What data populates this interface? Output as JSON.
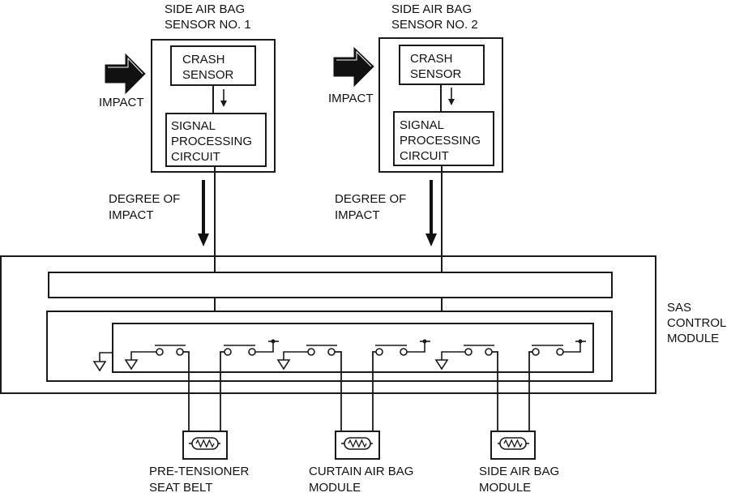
{
  "diagram": {
    "title": "SAS control module side air bag system block diagram",
    "colors": {
      "line": "#1a1a1a",
      "background": "#ffffff",
      "text": "#111111"
    },
    "sensors": [
      {
        "id": "sensor-1",
        "title_line1": "SIDE AIR BAG",
        "title_line2": "SENSOR NO. 1",
        "crash_sensor_line1": "CRASH",
        "crash_sensor_line2": "SENSOR",
        "circuit_line1": "SIGNAL",
        "circuit_line2": "PROCESSING",
        "circuit_line3": "CIRCUIT",
        "impact_label": "IMPACT",
        "degree_line1": "DEGREE OF",
        "degree_line2": "IMPACT"
      },
      {
        "id": "sensor-2",
        "title_line1": "SIDE AIR BAG",
        "title_line2": "SENSOR NO. 2",
        "crash_sensor_line1": "CRASH",
        "crash_sensor_line2": "SENSOR",
        "circuit_line1": "SIGNAL",
        "circuit_line2": "PROCESSING",
        "circuit_line3": "CIRCUIT",
        "impact_label": "IMPACT",
        "degree_line1": "DEGREE OF",
        "degree_line2": "IMPACT"
      }
    ],
    "control_module": {
      "line1": "SAS",
      "line2": "CONTROL",
      "line3": "MODULE"
    },
    "modules": [
      {
        "id": "pretensioner",
        "line1": "PRE-TENSIONER",
        "line2": "SEAT BELT"
      },
      {
        "id": "curtain",
        "line1": "CURTAIN AIR BAG",
        "line2": "MODULE"
      },
      {
        "id": "side",
        "line1": "SIDE AIR BAG",
        "line2": "MODULE"
      }
    ],
    "icons": {
      "impact_arrow": "block-arrow-right-icon",
      "signal_arrow": "arrow-down-icon",
      "ground": "ground-symbol-icon",
      "switch": "switch-contact-icon",
      "squib": "inflator-squib-icon",
      "power": "power-terminal-icon"
    }
  }
}
